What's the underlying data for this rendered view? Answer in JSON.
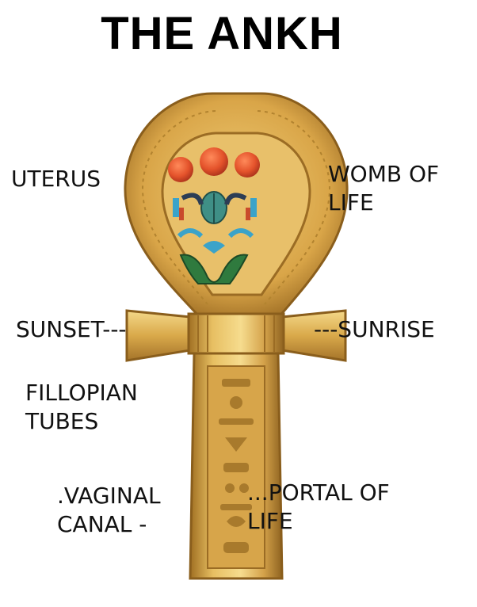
{
  "title": "THE ANKH",
  "labels": {
    "uterus": "UTERUS",
    "womb_line1": "WOMB OF",
    "womb_line2": "LIFE",
    "sunset": "SUNSET---",
    "sunrise": "---SUNRISE",
    "fillopian_line1": "FILLOPIAN",
    "fillopian_line2": "TUBES",
    "vaginal_line1": ".VAGINAL",
    "vaginal_line2": "CANAL -",
    "portal_line1": "...PORTAL OF",
    "portal_line2": "LIFE"
  },
  "colors": {
    "gold_light": "#f3d27a",
    "gold_mid": "#d9a94a",
    "gold_dark": "#a06f22",
    "disc_red": "#e4532b",
    "leaf_green": "#2f7a3e",
    "scarab_teal": "#3f8f86",
    "lotus_blue": "#3ba3c9"
  },
  "icons": {
    "ankh": "ankh-amulet-icon",
    "scarab": "scarab-icon"
  }
}
